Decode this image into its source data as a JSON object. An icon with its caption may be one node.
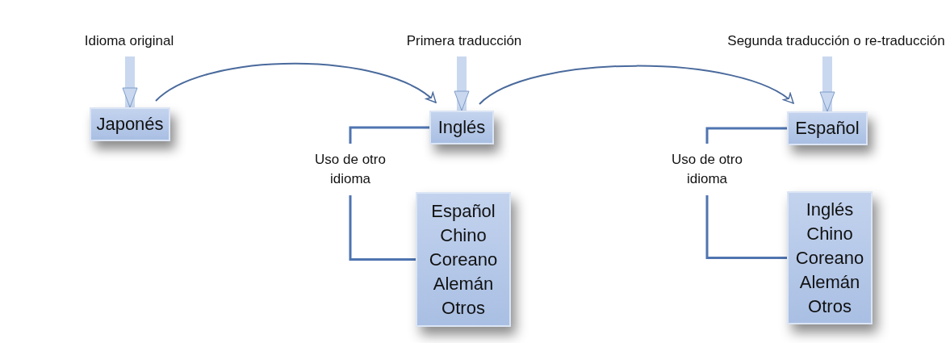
{
  "diagram": {
    "nodes": [
      {
        "text": [
          "Idioma original"
        ]
      },
      {
        "text": [
          "Japonés"
        ]
      },
      {
        "text": [
          "Primera traducción"
        ]
      },
      {
        "text": [
          "Inglés"
        ]
      },
      {
        "text": [
          "Segunda traducción o re-traducción"
        ]
      },
      {
        "text": [
          "Español"
        ]
      },
      {
        "text": [
          "Uso de otro idioma"
        ]
      },
      {
        "text": [
          "Español",
          "Chino",
          "Coreano",
          "Alemán",
          "Otros"
        ]
      },
      {
        "text": [
          "Uso de otro idioma"
        ]
      },
      {
        "text": [
          "Inglés",
          "Chino",
          "Coreano",
          "Alemán",
          "Otros"
        ]
      }
    ],
    "edges": [
      {
        "from": 0,
        "to": 1,
        "arrow": "to",
        "style": "thick",
        "color": "#c9d8ef"
      },
      {
        "from": 1,
        "to": 3,
        "arrow": "to"
      },
      {
        "from": 2,
        "to": 3,
        "arrow": "to",
        "style": "thick",
        "color": "#c9d8ef"
      },
      {
        "from": 3,
        "to": 5,
        "arrow": "to"
      },
      {
        "from": 4,
        "to": 5,
        "arrow": "to",
        "style": "thick",
        "color": "#c9d8ef"
      },
      {
        "from": 3,
        "to": 6,
        "arrow": "none"
      },
      {
        "from": 6,
        "to": 7,
        "arrow": "none"
      },
      {
        "from": 5,
        "to": 8,
        "arrow": "none"
      },
      {
        "from": 8,
        "to": 9,
        "arrow": "none"
      }
    ]
  }
}
